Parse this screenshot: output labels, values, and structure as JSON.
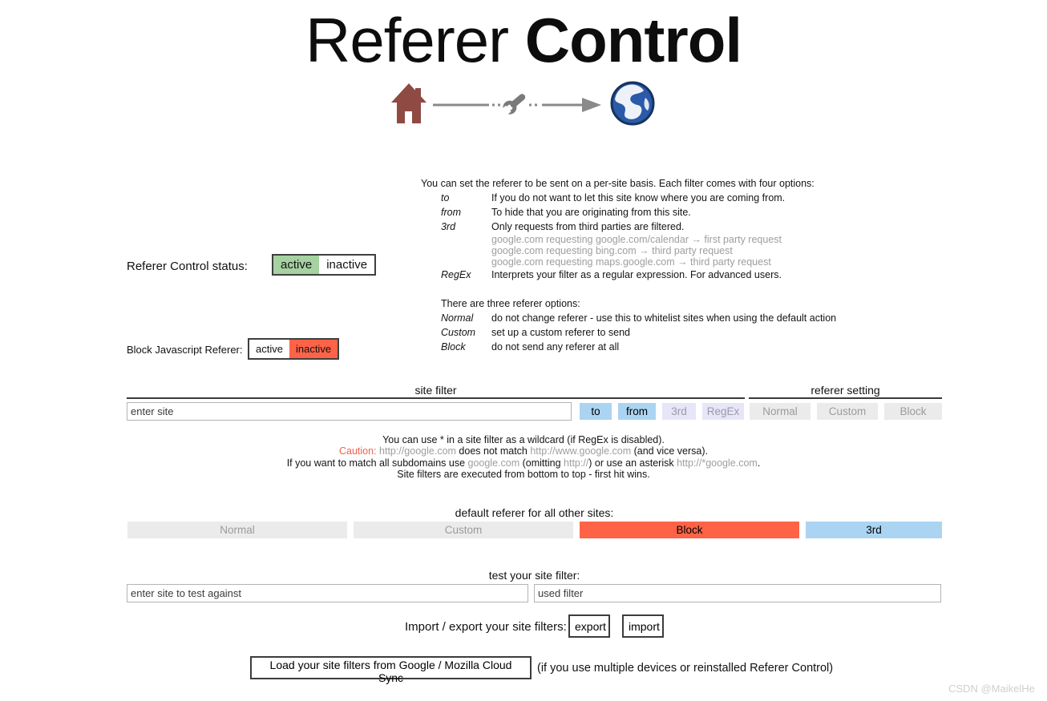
{
  "title": {
    "word1": "Referer",
    "word2": "Control"
  },
  "intro": {
    "heading": "You can set the referer to be sent on a per-site basis. Each filter comes with four options:",
    "options": [
      {
        "term": "to",
        "desc": "If you do not want to let this site know where you are coming from."
      },
      {
        "term": "from",
        "desc": "To hide that you are originating from this site."
      },
      {
        "term": "3rd",
        "desc": "Only requests from third parties are filtered."
      },
      {
        "term": "RegEx",
        "desc": "Interprets your filter as a regular expression. For advanced users."
      }
    ],
    "third_examples": [
      "google.com requesting google.com/calendar → first party request",
      "google.com requesting bing.com → third party request",
      "google.com requesting maps.google.com → third party request"
    ],
    "referer_heading": "There are three referer options:",
    "referer_options": [
      {
        "term": "Normal",
        "desc": "do not change referer - use this to whitelist sites when using the default action"
      },
      {
        "term": "Custom",
        "desc": "set up a custom referer to send"
      },
      {
        "term": "Block",
        "desc": "do not send any referer at all"
      }
    ]
  },
  "status": {
    "label": "Referer Control status:",
    "active": "active",
    "inactive": "inactive",
    "selected": "active"
  },
  "js_block": {
    "label": "Block Javascript Referer:",
    "active": "active",
    "inactive": "inactive",
    "selected": "inactive"
  },
  "filter_table": {
    "site_filter_header": "site filter",
    "referer_setting_header": "referer setting",
    "site_input_placeholder": "enter site",
    "filter_buttons": [
      {
        "label": "to",
        "state": "on"
      },
      {
        "label": "from",
        "state": "on"
      },
      {
        "label": "3rd",
        "state": "off"
      },
      {
        "label": "RegEx",
        "state": "off"
      }
    ],
    "referer_buttons": [
      {
        "label": "Normal",
        "state": "off"
      },
      {
        "label": "Custom",
        "state": "off"
      },
      {
        "label": "Block",
        "state": "off"
      }
    ]
  },
  "notes": {
    "line1": "You can use * in a site filter as a wildcard (if RegEx is disabled).",
    "line2": {
      "caution": "Caution:",
      "url1": " http://google.com",
      "mid": " does not match ",
      "url2": "http://www.google.com",
      "end": " (and vice versa)."
    },
    "line3": {
      "s1": "If you want to match all subdomains use ",
      "url1": "google.com",
      "s2": " (omitting ",
      "url2": "http://",
      "s3": ") or use an asterisk ",
      "url3": "http://*google.com",
      "s4": "."
    },
    "line4": "Site filters are executed from bottom to top - first hit wins."
  },
  "default_referer": {
    "heading": "default referer for all other sites:",
    "buttons": [
      {
        "label": "Normal",
        "style": "gray"
      },
      {
        "label": "Custom",
        "style": "gray"
      },
      {
        "label": "Block",
        "style": "red"
      },
      {
        "label": "3rd",
        "style": "blue"
      }
    ]
  },
  "test": {
    "heading": "test your site filter:",
    "site_placeholder": "enter site to test against",
    "filter_placeholder": "used filter"
  },
  "io": {
    "label": "Import / export your site filters:",
    "export_label": "export",
    "import_label": "import"
  },
  "sync": {
    "button_label": "Load your site filters from Google / Mozilla Cloud Sync",
    "note": "(if you use multiple devices or reinstalled Referer Control)"
  },
  "watermark": "CSDN @MaikelHe",
  "colors": {
    "active_green": "#a5d2a0",
    "inactive_red": "#ff6347",
    "filter_blue": "#abd4f2",
    "filter_lavender": "#e6e6f8",
    "disabled_gray": "#ebebeb",
    "caution_red": "#f0614d",
    "url_gray": "#9e9e9e"
  }
}
